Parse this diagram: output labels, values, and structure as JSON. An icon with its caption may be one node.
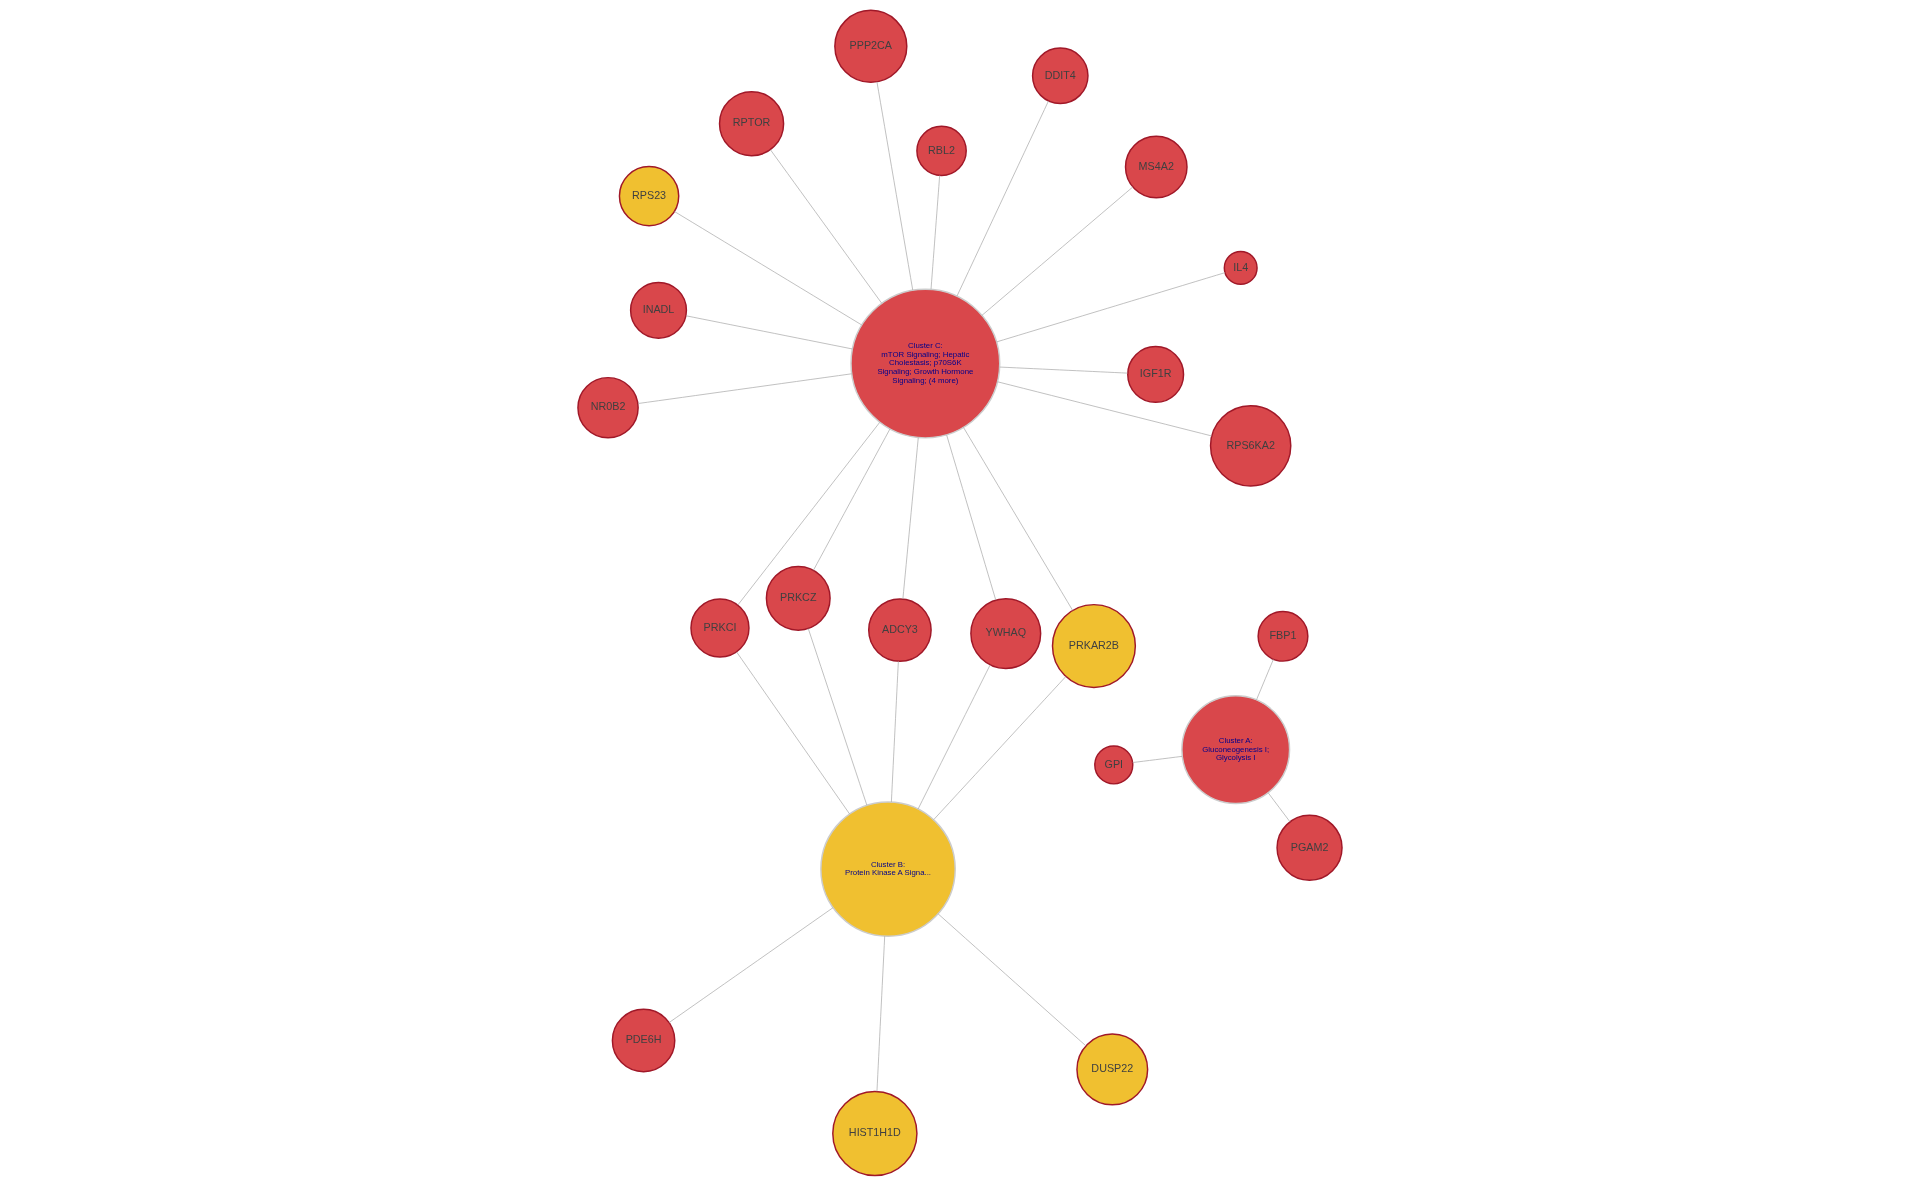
{
  "diagram": {
    "nodes": [
      {
        "text": [
          "GPI"
        ]
      },
      {
        "text": [
          "Cluster A:",
          "Gluconeogenesis I; Glycolysis I"
        ]
      },
      {
        "text": [
          "PGAM2"
        ]
      },
      {
        "text": [
          "FBP1"
        ]
      },
      {
        "text": [
          "PDE6H"
        ]
      },
      {
        "text": [
          "DUSP22"
        ]
      },
      {
        "text": [
          "ADCY3"
        ]
      },
      {
        "text": [
          "PPP2CA"
        ]
      },
      {
        "text": [
          "Cluster B:",
          "Protein Kinase A Signa..."
        ]
      },
      {
        "text": [
          "INADL"
        ]
      },
      {
        "text": [
          "PRKCI"
        ]
      },
      {
        "text": [
          "HIST1H1D"
        ]
      },
      {
        "text": [
          "Cluster C:",
          "mTOR Signaling; Hepatic Cholestasis; p70S6K Signaling; Growth Hormone Signaling; (4 more)"
        ]
      },
      {
        "text": [
          "IGF1R"
        ]
      },
      {
        "text": [
          "YWHAQ"
        ]
      },
      {
        "text": [
          "PRKCZ"
        ]
      },
      {
        "text": [
          "MS4A2"
        ]
      },
      {
        "text": [
          "DDIT4"
        ]
      },
      {
        "text": [
          "PRKAR2B"
        ]
      },
      {
        "text": [
          "IL4"
        ]
      },
      {
        "text": [
          "RPS6KA2"
        ]
      },
      {
        "text": [
          "RPS23"
        ]
      },
      {
        "text": [
          "NR0B2"
        ]
      },
      {
        "text": [
          "RPTOR"
        ]
      },
      {
        "text": [
          "RBL2"
        ]
      }
    ],
    "edges": [
      {
        "from": 1,
        "to": 0,
        "arrow": "none"
      },
      {
        "from": 1,
        "to": 2,
        "arrow": "none"
      },
      {
        "from": 1,
        "to": 3,
        "arrow": "none"
      },
      {
        "from": 8,
        "to": 4,
        "arrow": "none"
      },
      {
        "from": 8,
        "to": 5,
        "arrow": "none"
      },
      {
        "from": 8,
        "to": 11,
        "arrow": "none"
      },
      {
        "from": 8,
        "to": 6,
        "arrow": "none"
      },
      {
        "from": 8,
        "to": 10,
        "arrow": "none"
      },
      {
        "from": 8,
        "to": 14,
        "arrow": "none"
      },
      {
        "from": 8,
        "to": 15,
        "arrow": "none"
      },
      {
        "from": 8,
        "to": 18,
        "arrow": "none"
      },
      {
        "from": 12,
        "to": 9,
        "arrow": "none"
      },
      {
        "from": 12,
        "to": 7,
        "arrow": "none"
      },
      {
        "from": 12,
        "to": 6,
        "arrow": "none"
      },
      {
        "from": 12,
        "to": 10,
        "arrow": "none"
      },
      {
        "from": 12,
        "to": 13,
        "arrow": "none"
      },
      {
        "from": 12,
        "to": 14,
        "arrow": "none"
      },
      {
        "from": 12,
        "to": 15,
        "arrow": "none"
      },
      {
        "from": 12,
        "to": 16,
        "arrow": "none"
      },
      {
        "from": 12,
        "to": 17,
        "arrow": "none"
      },
      {
        "from": 12,
        "to": 18,
        "arrow": "none"
      },
      {
        "from": 12,
        "to": 19,
        "arrow": "none"
      },
      {
        "from": 12,
        "to": 20,
        "arrow": "none"
      },
      {
        "from": 12,
        "to": 21,
        "arrow": "none"
      },
      {
        "from": 12,
        "to": 22,
        "arrow": "none"
      },
      {
        "from": 12,
        "to": 23,
        "arrow": "none"
      },
      {
        "from": 12,
        "to": 24,
        "arrow": "none"
      }
    ]
  }
}
